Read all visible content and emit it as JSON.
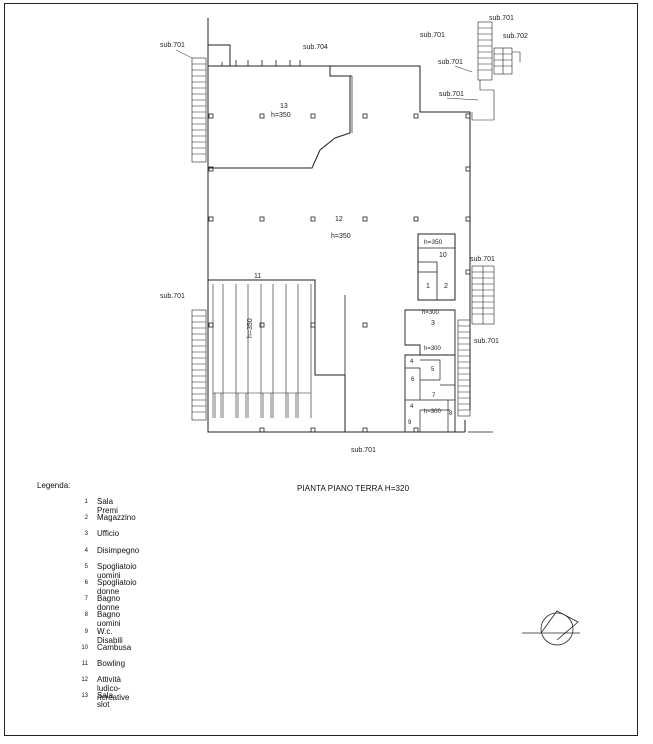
{
  "plan": {
    "title": "PIANTA PIANO TERRA H=320",
    "sub_labels": {
      "sub701_a": "sub.701",
      "sub704": "sub.704",
      "sub701_b": "sub.701",
      "sub701_c": "sub.701",
      "sub702": "sub.702",
      "sub701_d": "sub.701",
      "sub701_e": "sub.701",
      "sub701_f": "sub.701",
      "sub701_g": "sub.701",
      "sub701_h": "sub.701",
      "sub701_i": "sub.701"
    },
    "room_labels": {
      "r13": "13",
      "r13_h": "h=350",
      "r12": "12",
      "r12_h": "h=350",
      "r11": "11",
      "r11_h": "h=350",
      "r10": "10",
      "h350_small": "h=350",
      "r1": "1",
      "r2": "2",
      "h300_a": "h=300",
      "r3": "3",
      "h300_b": "h=300",
      "r4a": "4",
      "r5": "5",
      "r6": "6",
      "r7": "7",
      "r4b": "4",
      "h300_c": "h=300",
      "r8": "8",
      "r9": "9"
    }
  },
  "legend": {
    "title": "Legenda:",
    "items": [
      {
        "num": "1",
        "label": "Sala Premi"
      },
      {
        "num": "2",
        "label": "Magazzino"
      },
      {
        "num": "3",
        "label": "Ufficio"
      },
      {
        "num": "4",
        "label": "Disimpegno"
      },
      {
        "num": "5",
        "label": "Spogliatoio uomini"
      },
      {
        "num": "6",
        "label": "Spogliatoio donne"
      },
      {
        "num": "7",
        "label": "Bagno donne"
      },
      {
        "num": "8",
        "label": "Bagno uomini"
      },
      {
        "num": "9",
        "label": "W.c. Disabili"
      },
      {
        "num": "10",
        "label": "Cambusa"
      },
      {
        "num": "11",
        "label": "Bowling"
      },
      {
        "num": "12",
        "label": "Attività ludico-ricreative"
      },
      {
        "num": "13",
        "label": "Sala slot"
      }
    ]
  },
  "north_arrow": "north-arrow-symbol"
}
